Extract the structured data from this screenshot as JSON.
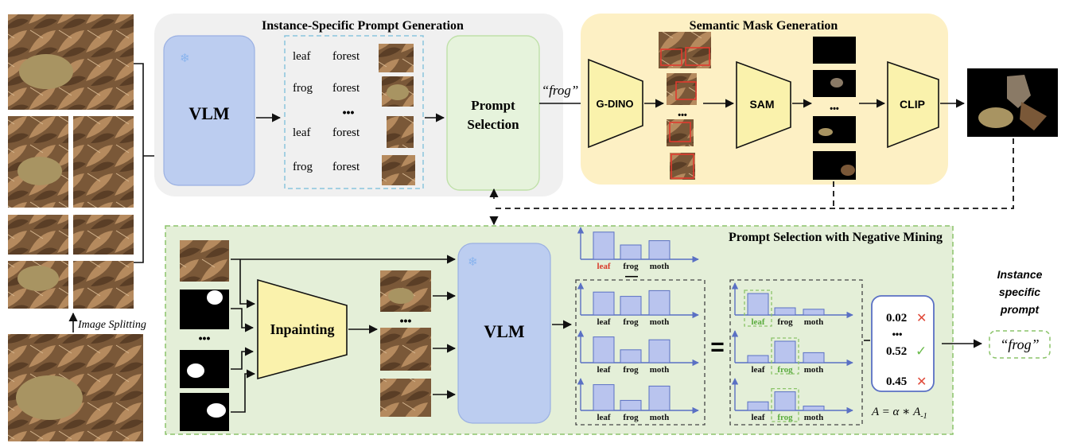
{
  "colors": {
    "gray_panel": "#f0f0f0",
    "yellow_panel": "#fdf0c4",
    "green_panel": "#e4efd8",
    "vlm_fill": "#bccdf0",
    "vlm_stroke": "#9ab0e2",
    "trap_fill": "#faf2ac",
    "bar_fill": "#b9c4ee",
    "bar_stroke": "#5a70c4",
    "dashed_blue": "#8ac6de",
    "dashed_green": "#8cc46a",
    "red_box": "#e03a2e",
    "red_label": "#d93a2a",
    "green_label": "#5aab3e",
    "cross": "#e04a3a",
    "check": "#6abb4a",
    "photo_brown": "#7a5838",
    "photo_tan": "#b58a5e",
    "photo_frog": "#a89462"
  },
  "top": {
    "ipg_title": "Instance-Specific Prompt Generation",
    "smg_title": "Semantic Mask Generation",
    "vlm_label": "VLM",
    "prompt_selection": [
      "Prompt",
      "Selection"
    ],
    "prompt_pairs": [
      {
        "left": "leaf",
        "right": "forest"
      },
      {
        "left": "frog",
        "right": "forest"
      },
      {
        "left": "leaf",
        "right": "forest"
      },
      {
        "left": "frog",
        "right": "forest"
      }
    ],
    "ellipsis": "•••",
    "frog_quote": "“frog”",
    "gdino": "G-DINO",
    "sam": "SAM",
    "clip": "CLIP",
    "dots_small": "•••"
  },
  "left": {
    "image_splitting": "Image Splitting"
  },
  "bottom": {
    "title": "Prompt Selection with Negative Mining",
    "inpainting": "Inpainting",
    "vlm_label": "VLM",
    "ellipsis": "•••",
    "minus": "—",
    "equals": "="
  },
  "chart_data": {
    "type": "bar",
    "categories": [
      "leaf",
      "frog",
      "moth"
    ],
    "series": [
      {
        "values": [
          0.95,
          0.5,
          0.65
        ]
      },
      {
        "values": [
          0.8,
          0.65,
          0.85
        ]
      },
      {
        "values": [
          0.9,
          0.45,
          0.8
        ]
      },
      {
        "values": [
          0.9,
          0.35,
          0.85
        ]
      },
      {
        "values": [
          0.75,
          0.25,
          0.2
        ]
      },
      {
        "values": [
          0.25,
          0.75,
          0.35
        ]
      },
      {
        "values": [
          0.3,
          0.65,
          0.15
        ]
      }
    ],
    "highlight": {
      "first_chart": "leaf",
      "result_charts": [
        "leaf",
        "frog",
        "frog"
      ]
    }
  },
  "scores": {
    "s1": "0.02",
    "dots": "•••",
    "s2": "0.52",
    "s3": "0.45",
    "cross": "✕",
    "check": "✓",
    "formula": "A = α ∗ A",
    "formula_sub": "-1"
  },
  "output": {
    "instance": "Instance",
    "specific": "specific",
    "prompt": "prompt",
    "frog_quote": "“frog”"
  }
}
